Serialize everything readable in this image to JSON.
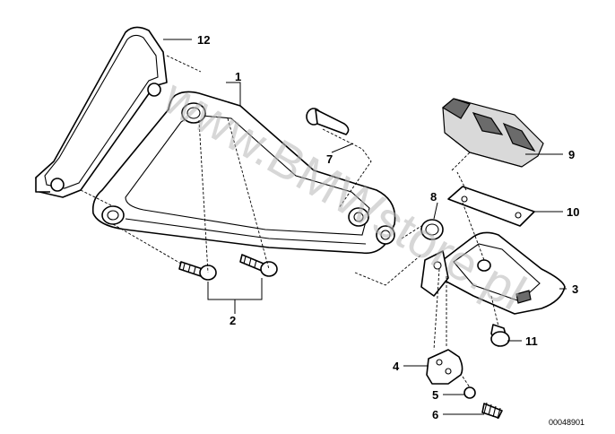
{
  "diagram": {
    "reference_number": "00048901",
    "watermark": "www.BMWstore.pl",
    "callouts": [
      {
        "id": "1",
        "label": "1"
      },
      {
        "id": "2",
        "label": "2"
      },
      {
        "id": "3",
        "label": "3"
      },
      {
        "id": "4",
        "label": "4"
      },
      {
        "id": "5",
        "label": "5"
      },
      {
        "id": "6",
        "label": "6"
      },
      {
        "id": "7",
        "label": "7"
      },
      {
        "id": "8",
        "label": "8"
      },
      {
        "id": "9",
        "label": "9"
      },
      {
        "id": "10",
        "label": "10"
      },
      {
        "id": "11",
        "label": "11"
      },
      {
        "id": "12",
        "label": "12"
      }
    ]
  }
}
